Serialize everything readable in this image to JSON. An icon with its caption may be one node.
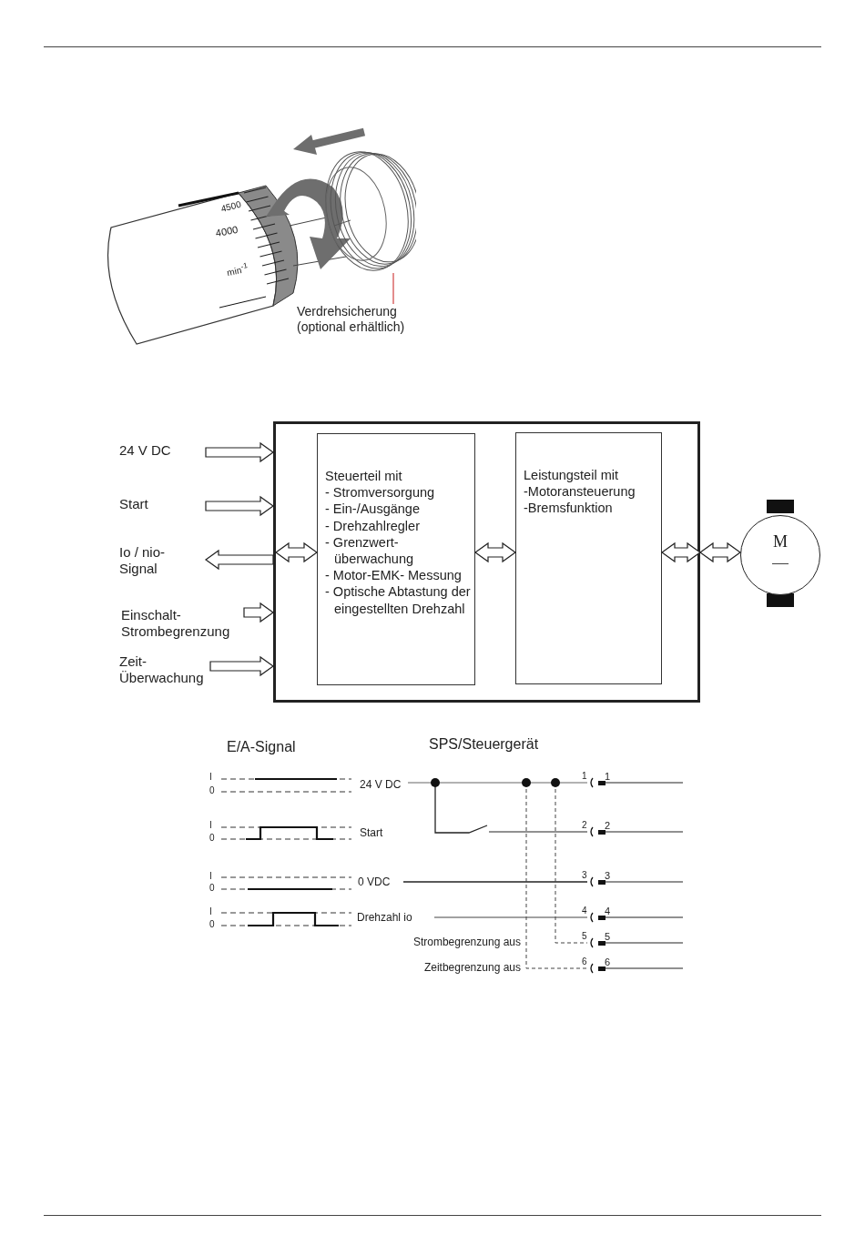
{
  "diagram": {
    "nodes": [
      {
        "text": [],
        "shape": "picture"
      },
      {
        "text": [
          "Verdrehsicherung (optional erhältlich)"
        ]
      },
      {
        "text": [],
        "shape": "box"
      },
      {
        "text": [
          "Steuerteil mit",
          "- Stromversorgung",
          "- Ein-/Ausgänge",
          "- Drehzahlregler",
          "- Grenzwert- überwachung",
          "- Motor-EMK- Messung",
          "- Optische Abtastung der eingestellten Drehzahl"
        ],
        "in": 2
      },
      {
        "text": [
          "Leistungsteil mit",
          "-Motoransteuerung",
          "-Bremsfunktion"
        ],
        "in": 2
      },
      {
        "text": [
          "M"
        ]
      },
      {
        "text": [
          "24 V DC"
        ]
      },
      {
        "text": [
          "Start"
        ]
      },
      {
        "text": [
          "Io / nio- Signal"
        ]
      },
      {
        "text": [
          "Einschalt- Strombegrenzung"
        ]
      },
      {
        "text": [
          "Zeit- Überwachung"
        ]
      }
    ],
    "edges": [
      {
        "from": 1,
        "to": 0,
        "arrow": "none",
        "color": "#d04040"
      },
      {
        "from": 6,
        "to": 2,
        "arrow": "to"
      },
      {
        "from": 7,
        "to": 2,
        "arrow": "to"
      },
      {
        "from": 2,
        "to": 8,
        "arrow": "to"
      },
      {
        "from": 9,
        "to": 2,
        "arrow": "to"
      },
      {
        "from": 10,
        "to": 2,
        "arrow": "to"
      },
      {
        "from": 2,
        "to": 3,
        "arrow": "both"
      },
      {
        "from": 3,
        "to": 4,
        "arrow": "both"
      },
      {
        "from": 4,
        "to": 2,
        "arrow": "both"
      },
      {
        "from": 2,
        "to": 5,
        "arrow": "both"
      }
    ],
    "labels": [
      "4500",
      "4000",
      "min$^{-1}$",
      "E/A-Signal",
      "SPS/Steuergerät",
      "I",
      "0",
      "24 V DC",
      "1",
      "1",
      "I",
      "0",
      "Start",
      "2",
      "2",
      "I",
      "0",
      "0 VDC",
      "3",
      "3",
      "I",
      "0",
      "Drehzahl io",
      "4",
      "4",
      "Strombegrenzung aus",
      "5",
      "5",
      "Zeitbegrenzung aus",
      "6",
      "6"
    ]
  }
}
